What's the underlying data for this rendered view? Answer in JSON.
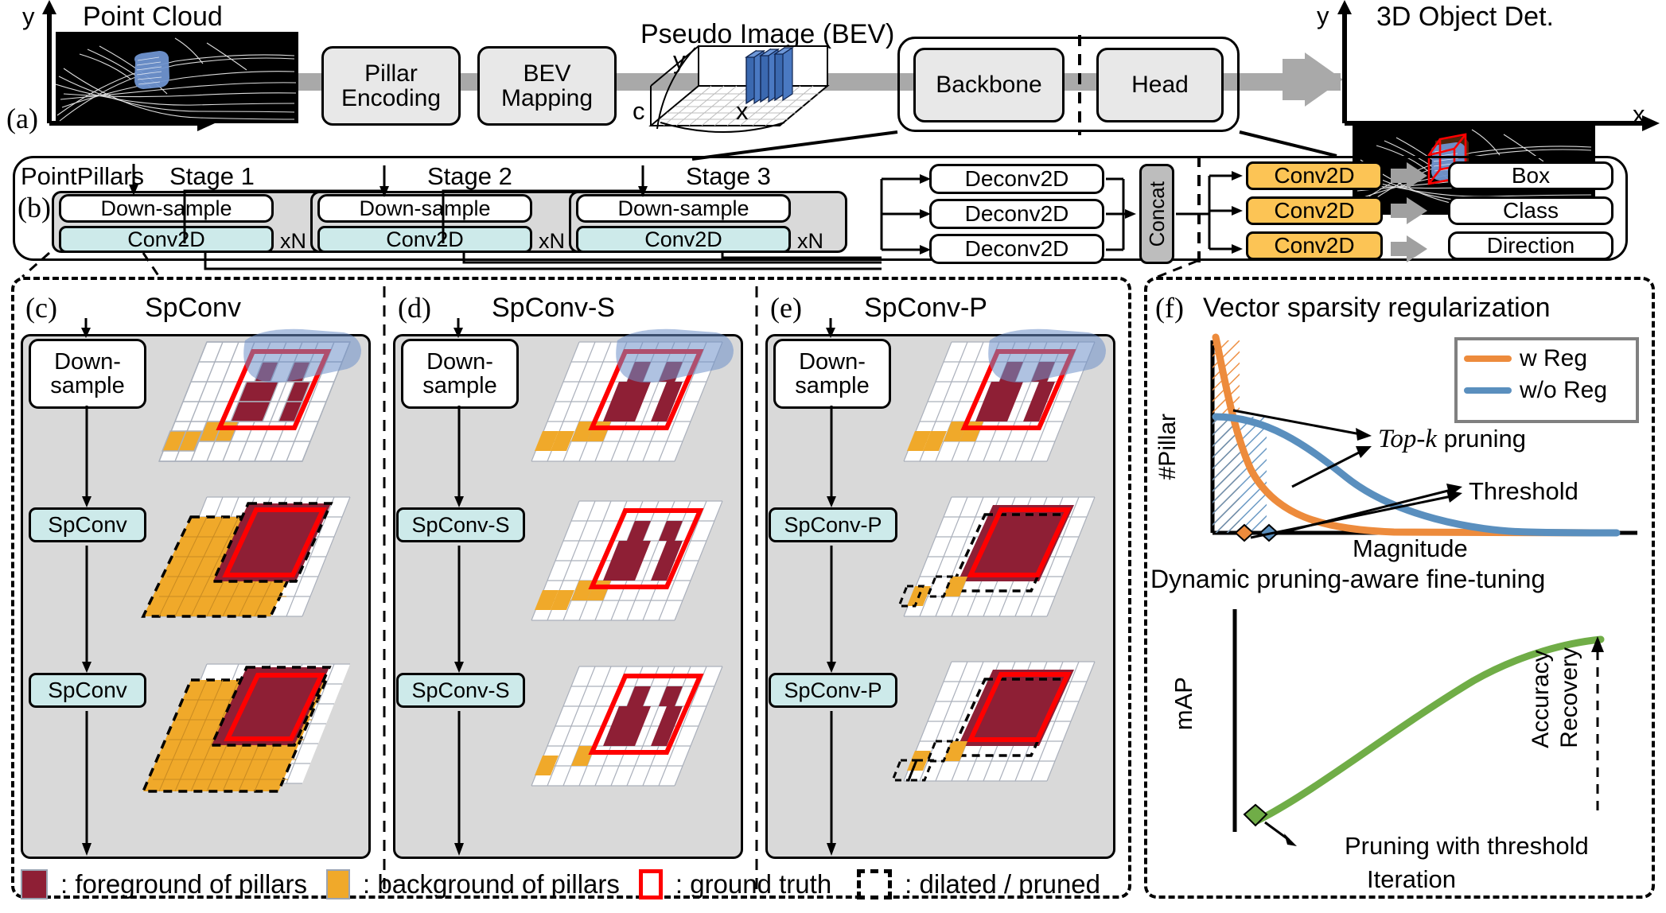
{
  "panels": {
    "a": "(a)",
    "b": "(b)",
    "c": "(c)",
    "d": "(d)",
    "e": "(e)",
    "f": "(f)"
  },
  "pipeline": {
    "point_cloud_title": "Point Cloud",
    "pseudo_image_title": "Pseudo Image (BEV)",
    "output_title": "3D Object Det.",
    "axis_y": "y",
    "axis_x": "x",
    "axis_c": "c",
    "blocks": [
      {
        "label": "Pillar\nEncoding"
      },
      {
        "label": "BEV\nMapping"
      },
      {
        "label": "Backbone"
      },
      {
        "label": "Head"
      }
    ],
    "block_pillar_l1": "Pillar",
    "block_pillar_l2": "Encoding",
    "block_bev_l1": "BEV",
    "block_bev_l2": "Mapping",
    "block_backbone": "Backbone",
    "block_head": "Head"
  },
  "backbone": {
    "model_name": "PointPillars",
    "stages": [
      "Stage 1",
      "Stage 2",
      "Stage 3"
    ],
    "downsample_label": "Down-sample",
    "conv2d_label": "Conv2D",
    "repeat_label": "xN",
    "deconv_label": "Deconv2D",
    "concat_label": "Concat",
    "head_conv_label": "Conv2D",
    "outputs": [
      "Box",
      "Class",
      "Direction"
    ]
  },
  "variants": [
    {
      "key": "c",
      "tag": "(c)",
      "title": "SpConv",
      "downsample": "Down-\nsample",
      "downsample_l1": "Down-",
      "downsample_l2": "sample",
      "op_label": "SpConv"
    },
    {
      "key": "d",
      "tag": "(d)",
      "title": "SpConv-S",
      "downsample_l1": "Down-",
      "downsample_l2": "sample",
      "op_label": "SpConv-S"
    },
    {
      "key": "e",
      "tag": "(e)",
      "title": "SpConv-P",
      "downsample_l1": "Down-",
      "downsample_l2": "sample",
      "op_label": "SpConv-P"
    }
  ],
  "regularization": {
    "tag": "(f)",
    "title": "Vector sparsity regularization",
    "subtitle": "Dynamic pruning-aware fine-tuning",
    "annotations": {
      "topk_italic": "Top-k",
      "topk_rest": " pruning",
      "threshold": "Threshold",
      "accuracy_recovery_l1": "Accuracy",
      "accuracy_recovery_l2": "Recovery"
    }
  },
  "legend_lines": {
    "w_reg": "w Reg",
    "wo_reg": "w/o Reg"
  },
  "legend": {
    "items": [
      {
        "swatch": "foreground",
        "text": ": foreground of pillars",
        "color": "#8e1f35"
      },
      {
        "swatch": "background",
        "text": ": background of pillars",
        "color": "#f0a92a"
      },
      {
        "swatch": "groundtruth",
        "text": ": ground truth",
        "color": "#ff0000"
      },
      {
        "swatch": "dilated",
        "text": ": dilated / pruned",
        "color": "#000000"
      }
    ]
  },
  "colors": {
    "foreground": "#8e1f35",
    "background": "#f0a92a",
    "ground_truth": "#ff0000",
    "conv2d": "#cdeaea",
    "head_conv": "#fcc455",
    "panel_gray": "#d9d9d9",
    "w_reg_line": "#ed8b3c",
    "wo_reg_line": "#5a8fbe",
    "map_line": "#70ad47"
  },
  "chart_data": [
    {
      "type": "line",
      "title": "Vector sparsity regularization",
      "xlabel": "Magnitude",
      "ylabel": "#Pillar",
      "legend": [
        "w Reg",
        "w/o Reg"
      ],
      "legend_position": "top-right",
      "grid": false,
      "series": [
        {
          "name": "w Reg",
          "color": "#ed8b3c",
          "x": [
            0,
            0.04,
            0.1,
            0.18,
            0.28,
            0.4,
            0.55,
            0.7,
            0.85,
            1.0
          ],
          "y": [
            1.0,
            0.82,
            0.6,
            0.42,
            0.28,
            0.17,
            0.09,
            0.04,
            0.015,
            0.0
          ]
        },
        {
          "name": "w/o Reg",
          "color": "#5a8fbe",
          "x": [
            0,
            0.08,
            0.18,
            0.3,
            0.42,
            0.55,
            0.68,
            0.8,
            0.92,
            1.0
          ],
          "y": [
            0.58,
            0.56,
            0.5,
            0.42,
            0.32,
            0.22,
            0.13,
            0.07,
            0.03,
            0.02
          ]
        }
      ],
      "markers": [
        {
          "name": "threshold-w-reg",
          "x": 0.035,
          "y": 0.0,
          "color": "#ed8b3c"
        },
        {
          "name": "threshold-wo-reg",
          "x": 0.095,
          "y": 0.0,
          "color": "#5a8fbe"
        }
      ],
      "annotations": [
        "Top-k pruning",
        "Threshold"
      ]
    },
    {
      "type": "line",
      "title": "Dynamic pruning-aware fine-tuning",
      "xlabel": "Iteration",
      "ylabel": "mAP",
      "grid": false,
      "series": [
        {
          "name": "mAP recovery",
          "color": "#70ad47",
          "x": [
            0.0,
            0.12,
            0.28,
            0.45,
            0.62,
            0.78,
            0.9,
            1.0
          ],
          "y": [
            0.03,
            0.22,
            0.46,
            0.64,
            0.78,
            0.88,
            0.94,
            0.96
          ]
        }
      ],
      "annotations": [
        "Pruning with threshold",
        "Accuracy Recovery"
      ]
    }
  ],
  "axis_labels": {
    "magnitude": "Magnitude",
    "pillar": "#Pillar",
    "map": "mAP",
    "iteration": "Iteration",
    "pruning_with_threshold": "Pruning with threshold"
  }
}
